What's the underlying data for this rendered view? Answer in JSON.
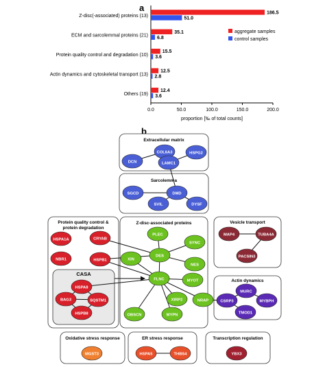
{
  "panel_a": {
    "letter": "a",
    "chart_data": {
      "type": "bar",
      "orientation": "horizontal",
      "categories": [
        "Z-disc(-associated) proteins (13)",
        "ECM  and sarcolemmal proteins (21)",
        "Protein quality control and degradation (10)",
        "Actin dynamics and cytoskeletal transport (13)",
        "Others (19)"
      ],
      "series": [
        {
          "name": "aggregate samples",
          "color": "#ee2222",
          "values": [
            186.5,
            35.1,
            15.5,
            12.5,
            12.4
          ]
        },
        {
          "name": "control samples",
          "color": "#3355ee",
          "values": [
            51.0,
            6.8,
            3.6,
            2.8,
            3.6
          ]
        }
      ],
      "value_labels": [
        [
          "186.5",
          "51.0"
        ],
        [
          "35.1",
          "6.8"
        ],
        [
          "15.5",
          "3.6"
        ],
        [
          "12.5",
          "2.8"
        ],
        [
          "12.4",
          "3.6"
        ]
      ],
      "xlim": [
        0,
        200
      ],
      "xticks": [
        "0.0",
        "50.0",
        "100.0",
        "150.0",
        "200.0"
      ],
      "xlabel": "proportion [‰ of total counts]",
      "legend_position": "right"
    }
  },
  "panel_b": {
    "letter": "b",
    "groups": [
      {
        "id": "extracellular",
        "title": "Extracellular matrix"
      },
      {
        "id": "sarcolemma",
        "title": "Sarcolemma"
      },
      {
        "id": "pqc",
        "title": "Protein quality control &\nprotein degradation"
      },
      {
        "id": "casa",
        "title": "CASA"
      },
      {
        "id": "zdisc",
        "title": "Z-disc-associated proteins"
      },
      {
        "id": "vesicle",
        "title": "Vesicle transport"
      },
      {
        "id": "actin",
        "title": "Actin dynamics"
      },
      {
        "id": "oxidative",
        "title": "Oxidative stress response"
      },
      {
        "id": "er",
        "title": "ER stress response"
      },
      {
        "id": "transcription",
        "title": "Transcription regulation"
      }
    ],
    "nodes": {
      "COL6A3": {
        "label": "COL6A3",
        "color": "#4a5fd6"
      },
      "HSPG2": {
        "label": "HSPG2",
        "color": "#4a5fd6"
      },
      "DCN": {
        "label": "DCN",
        "color": "#4a5fd6"
      },
      "LAMC1": {
        "label": "LAMC1",
        "color": "#4a5fd6"
      },
      "SGCD": {
        "label": "SGCD",
        "color": "#4a5fd6"
      },
      "DMD": {
        "label": "DMD",
        "color": "#4a5fd6"
      },
      "SVIL": {
        "label": "SVIL",
        "color": "#4a5fd6"
      },
      "DYSF": {
        "label": "DYSF",
        "color": "#4a5fd6"
      },
      "HSPA1A": {
        "label": "HSPA1A",
        "color": "#d8202a"
      },
      "CRYAB": {
        "label": "CRYAB",
        "color": "#d8202a"
      },
      "NBR1": {
        "label": "NBR1",
        "color": "#d8202a"
      },
      "HSPB1": {
        "label": "HSPB1",
        "color": "#d8202a"
      },
      "HSPA8": {
        "label": "HSPA8",
        "color": "#d8202a"
      },
      "BAG3": {
        "label": "BAG3",
        "color": "#d8202a"
      },
      "SQSTM1": {
        "label": "SQSTM1",
        "color": "#d8202a"
      },
      "HSPB8": {
        "label": "HSPB8",
        "color": "#d8202a"
      },
      "PLEC": {
        "label": "PLEC",
        "color": "#6cc21f"
      },
      "SYNC": {
        "label": "SYNC",
        "color": "#6cc21f"
      },
      "DES": {
        "label": "DES",
        "color": "#6cc21f"
      },
      "XIN": {
        "label": "XIN",
        "color": "#6cc21f"
      },
      "NES": {
        "label": "NES",
        "color": "#6cc21f"
      },
      "FLNC": {
        "label": "FLNC",
        "color": "#6cc21f"
      },
      "MYOT": {
        "label": "MYOT",
        "color": "#6cc21f"
      },
      "XIRP2": {
        "label": "XIRP2",
        "color": "#6cc21f"
      },
      "NRAP": {
        "label": "NRAP",
        "color": "#6cc21f"
      },
      "OBSCN": {
        "label": "OBSCN",
        "color": "#6cc21f"
      },
      "MYPN": {
        "label": "MYPN",
        "color": "#6cc21f"
      },
      "MAP4": {
        "label": "MAP4",
        "color": "#8b2a35"
      },
      "TUBA4A": {
        "label": "TUBA4A",
        "color": "#8b2a35"
      },
      "PACSIN3": {
        "label": "PACSIN3",
        "color": "#8b2a35"
      },
      "MURC": {
        "label": "MURC",
        "color": "#5a2ab5"
      },
      "CSRP3": {
        "label": "CSRP3",
        "color": "#5a2ab5"
      },
      "MYBPH": {
        "label": "MYBPH",
        "color": "#5a2ab5"
      },
      "TMOD1": {
        "label": "TMOD1",
        "color": "#5a2ab5"
      },
      "MGST3": {
        "label": "MGST3",
        "color": "#f08030"
      },
      "HSPA5": {
        "label": "HSPA5",
        "color": "#e8502a"
      },
      "THBS4": {
        "label": "THBS4",
        "color": "#e8502a"
      },
      "YBX3": {
        "label": "YBX3",
        "color": "#a02030"
      }
    }
  }
}
